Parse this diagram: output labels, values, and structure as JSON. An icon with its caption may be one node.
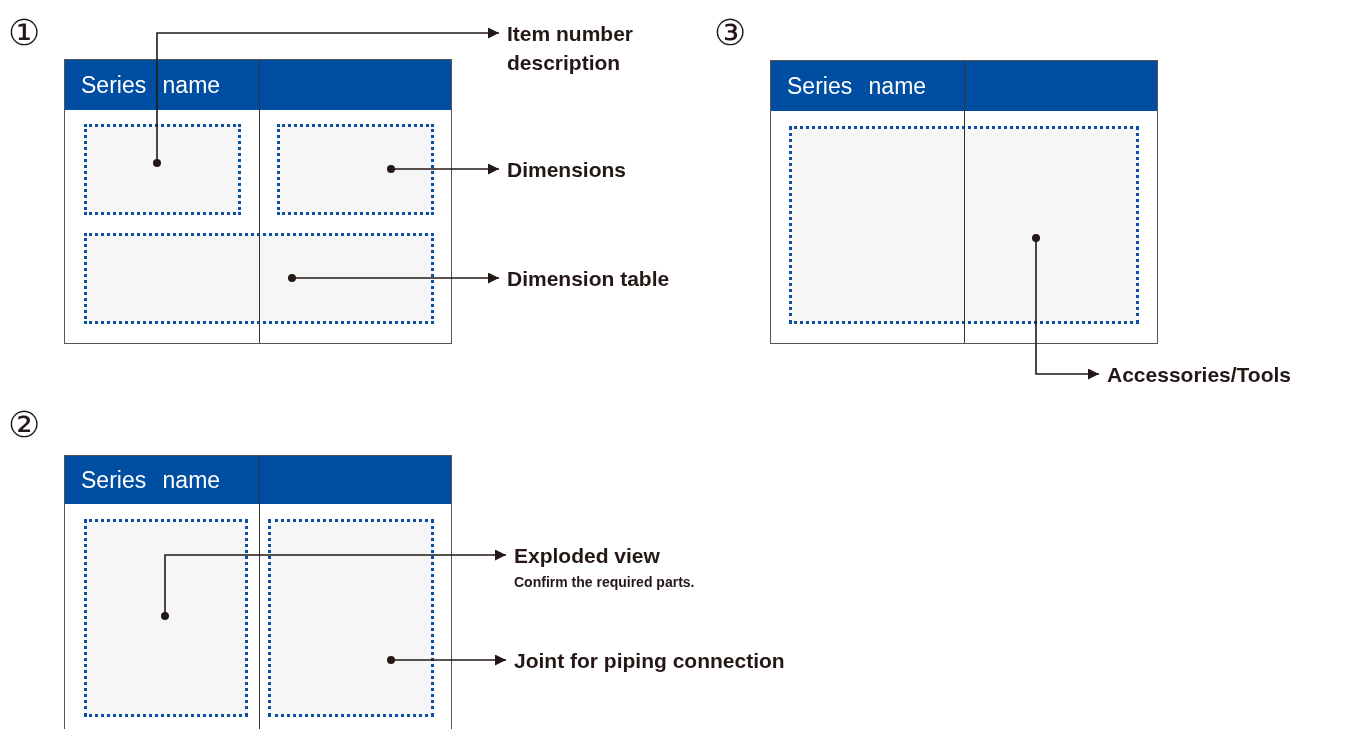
{
  "diagram": {
    "nodes": [
      {
        "text": [
          "Series name"
        ]
      },
      {
        "text": [],
        "shape": "box",
        "in": 0
      },
      {
        "text": [],
        "shape": "box",
        "in": 0
      },
      {
        "text": [],
        "shape": "box",
        "in": 0
      },
      {
        "text": [
          "Item number description"
        ]
      },
      {
        "text": [
          "Dimensions"
        ]
      },
      {
        "text": [
          "Dimension table"
        ]
      },
      {
        "text": [
          "Series name"
        ]
      },
      {
        "text": [],
        "shape": "box",
        "in": 7
      },
      {
        "text": [
          "Accessories/Tools"
        ]
      },
      {
        "text": [
          "Series name"
        ]
      },
      {
        "text": [],
        "shape": "box",
        "in": 10
      },
      {
        "text": [],
        "shape": "box",
        "in": 10
      },
      {
        "text": [
          "Exploded view",
          "Confirm the required parts."
        ]
      },
      {
        "text": [
          "Joint for piping connection"
        ]
      }
    ],
    "edges": [
      {
        "from": 1,
        "to": 4,
        "arrow": "to"
      },
      {
        "from": 2,
        "to": 5,
        "arrow": "to"
      },
      {
        "from": 3,
        "to": 6,
        "arrow": "to"
      },
      {
        "from": 8,
        "to": 9,
        "arrow": "to"
      },
      {
        "from": 11,
        "to": 13,
        "arrow": "to"
      },
      {
        "from": 12,
        "to": 14,
        "arrow": "to"
      }
    ],
    "labels": [
      "①",
      "③",
      "②"
    ]
  }
}
